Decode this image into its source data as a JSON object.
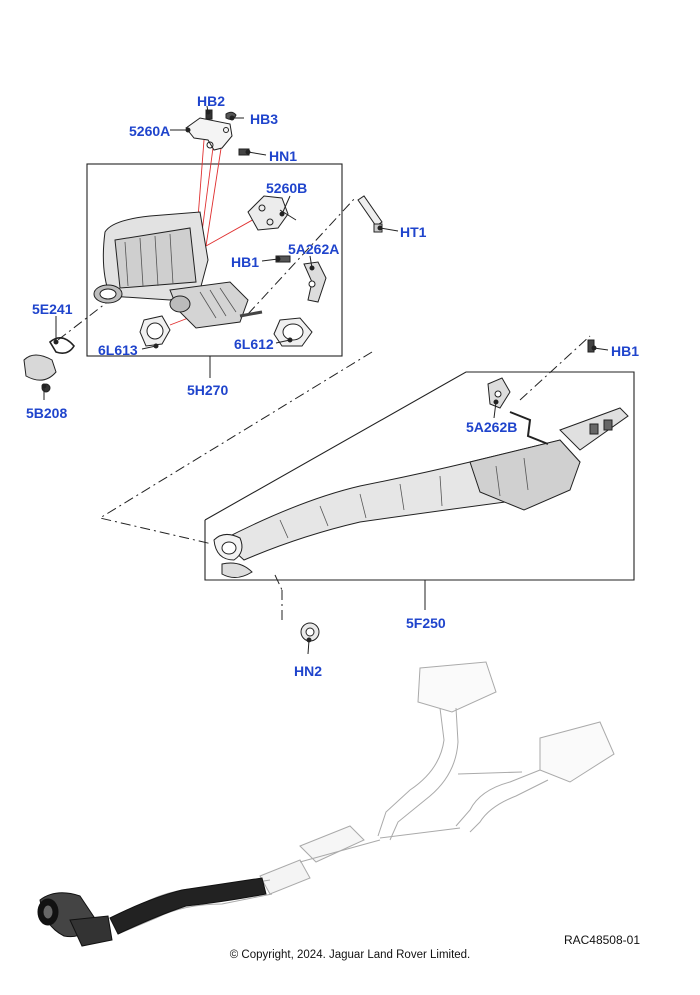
{
  "diagram": {
    "callouts": {
      "hb2": "HB2",
      "hb3": "HB3",
      "c5260a": "5260A",
      "hn1": "HN1",
      "c5260b": "5260B",
      "ht1": "HT1",
      "c5a262a": "5A262A",
      "hb1_upper": "HB1",
      "c5e241": "5E241",
      "c6l613": "6L613",
      "c6l612": "6L612",
      "c5h270": "5H270",
      "c5b208": "5B208",
      "hb1_right": "HB1",
      "c5a262b": "5A262B",
      "c5f250": "5F250",
      "hn2": "HN2"
    },
    "reference_code": "RAC48508-01",
    "copyright": "© Copyright, 2024. Jaguar Land Rover Limited."
  }
}
